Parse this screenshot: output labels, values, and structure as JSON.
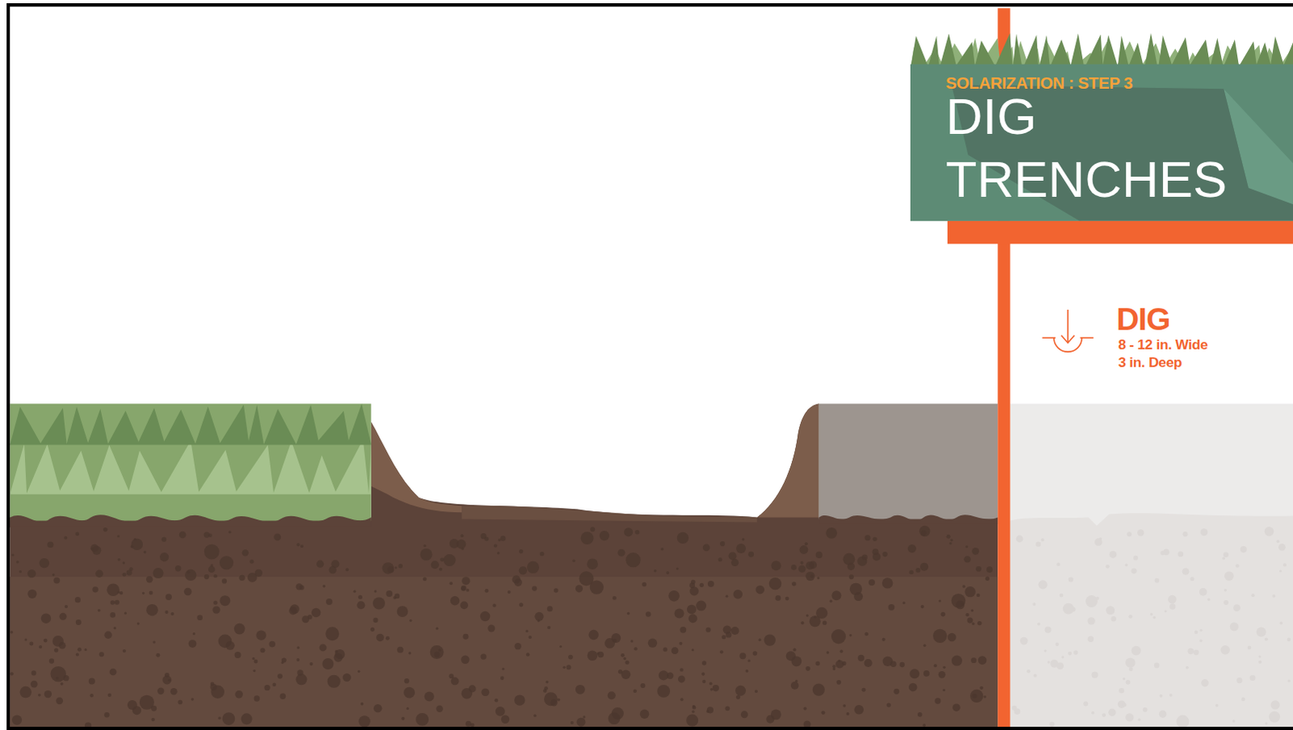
{
  "diagram": {
    "nodes": [
      {
        "text": [
          "SOLARIZATION : STEP 3",
          "DIG TRENCHES"
        ]
      }
    ],
    "labels": [
      "DIG",
      "8 - 12 in. Wide",
      "3 in. Deep"
    ]
  }
}
